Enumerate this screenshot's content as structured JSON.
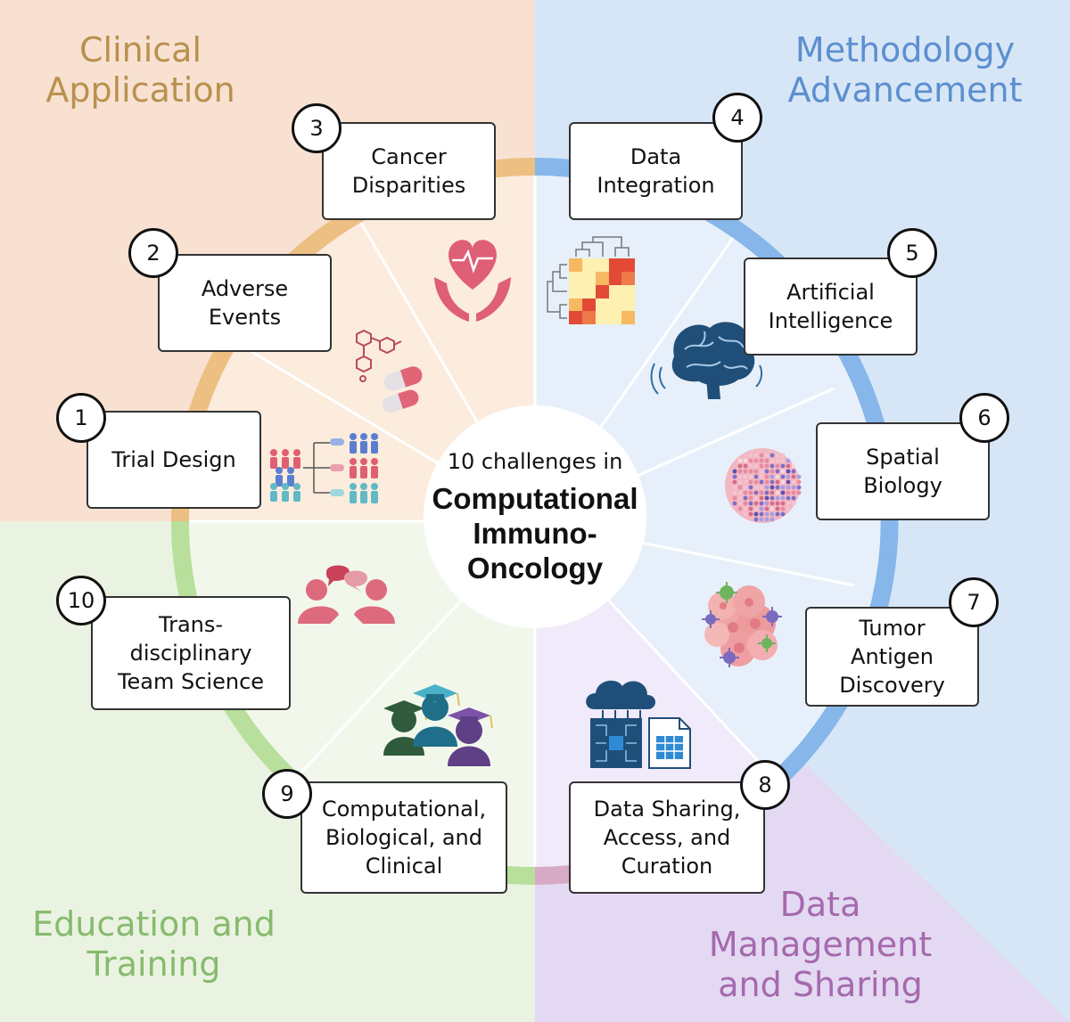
{
  "quadrants": [
    {
      "id": "clinical",
      "title": "Clinical\nApplication"
    },
    {
      "id": "methodology",
      "title": "Methodology\nAdvancement"
    },
    {
      "id": "education",
      "title": "Education and\nTraining"
    },
    {
      "id": "data",
      "title": "Data\nManagement\nand Sharing"
    }
  ],
  "center": {
    "intro": "10 challenges in",
    "title_lines": [
      "Computational",
      "Immuno-",
      "Oncology"
    ]
  },
  "challenges": [
    {
      "number": "1",
      "label": "Trial Design",
      "icon": "people-branching-icon"
    },
    {
      "number": "2",
      "label": "Adverse\nEvents",
      "icon": "pills-molecule-icon"
    },
    {
      "number": "3",
      "label": "Cancer\nDisparities",
      "icon": "heart-hands-icon"
    },
    {
      "number": "4",
      "label": "Data\nIntegration",
      "icon": "heatmap-dendrogram-icon"
    },
    {
      "number": "5",
      "label": "Artificial\nIntelligence",
      "icon": "brain-icon"
    },
    {
      "number": "6",
      "label": "Spatial\nBiology",
      "icon": "tissue-dots-icon"
    },
    {
      "number": "7",
      "label": "Tumor\nAntigen\nDiscovery",
      "icon": "tumor-cells-icon"
    },
    {
      "number": "8",
      "label": "Data Sharing,\nAccess, and\nCuration",
      "icon": "cloud-chip-document-icon"
    },
    {
      "number": "9",
      "label": "Computational,\nBiological, and\nClinical",
      "icon": "graduates-icon"
    },
    {
      "number": "10",
      "label": "Trans-\ndisciplinary\nTeam Science",
      "icon": "conversation-icon"
    }
  ],
  "colors": {
    "clinical_bg": "#f8e1d1",
    "methodology_bg": "#d7e6f6",
    "education_bg": "#eaf3e1",
    "data_bg": "#e4d9f2",
    "clinical_ring": "#edbf82",
    "methodology_ring": "#86b6ea",
    "education_ring": "#b8df9b",
    "data_ring": "#d7aac6",
    "icon_pink": "#de5f76",
    "icon_red": "#e8433c"
  }
}
